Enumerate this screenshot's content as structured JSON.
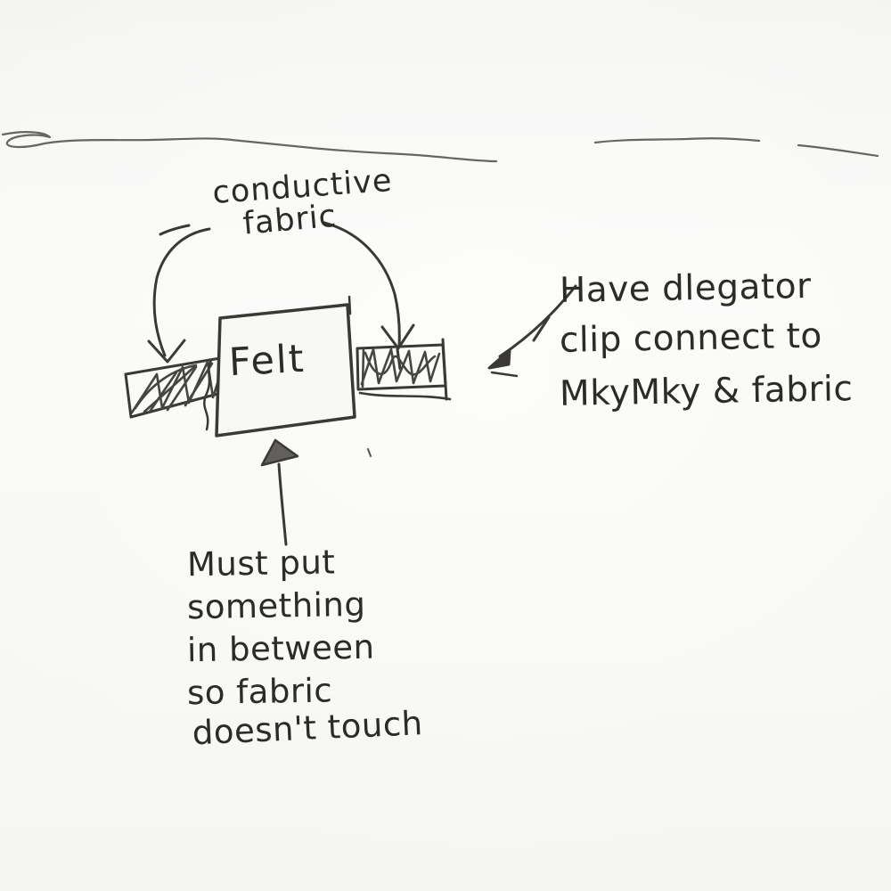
{
  "canvas": {
    "paper_color": "#f7f7f4",
    "ink_color": "#3b3935",
    "text_ink_color": "#2d2b28"
  },
  "sketch": {
    "top_label": {
      "line1": "conductive",
      "line2": "fabric"
    },
    "felt_box_label": "Felt",
    "right_note": {
      "lines": [
        "Have dlegator",
        "clip connect to",
        "MkyMky & fabric"
      ]
    },
    "bottom_note": {
      "lines": [
        "Must put",
        "something",
        "in between",
        "so fabric",
        "doesn't touch"
      ]
    }
  }
}
